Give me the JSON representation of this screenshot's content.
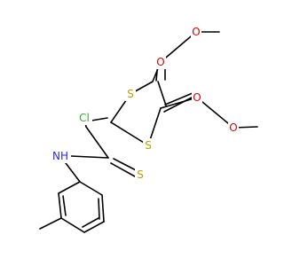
{
  "atoms": {
    "s_top": {
      "label": "S",
      "color": "#b8a000"
    },
    "s_bottom": {
      "label": "S",
      "color": "#b8a000"
    },
    "cl": {
      "label": "Cl",
      "color": "#3aa83a"
    },
    "nh": {
      "label": "NH",
      "color": "#2b2bd6"
    },
    "s_thio": {
      "label": "S",
      "color": "#b8a000"
    },
    "o_top_carbonyl": {
      "label": "O",
      "color": "#e00000"
    },
    "o_top_ester": {
      "label": "O",
      "color": "#e00000"
    },
    "o_right_carbonyl": {
      "label": "O",
      "color": "#e00000"
    },
    "o_right_ester": {
      "label": "O",
      "color": "#e00000"
    }
  }
}
